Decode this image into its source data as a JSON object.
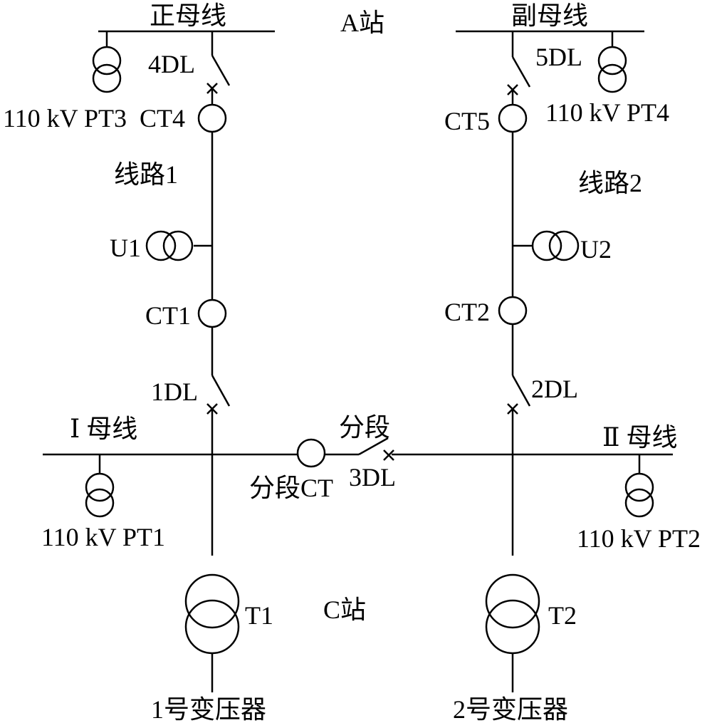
{
  "labels": {
    "bus_pos": "正母线",
    "station_a": "A站",
    "bus_aux": "副母线",
    "dl4": "4DL",
    "dl5": "5DL",
    "pt3": "110 kV PT3",
    "ct4": "CT4",
    "ct5": "CT5",
    "pt4": "110 kV PT4",
    "line1": "线路1",
    "line2": "线路2",
    "u1": "U1",
    "u2": "U2",
    "ct1": "CT1",
    "ct2": "CT2",
    "dl1": "1DL",
    "dl2": "2DL",
    "bus1": "Ⅰ 母线",
    "section": "分段",
    "bus2": "Ⅱ 母线",
    "section_ct": "分段CT",
    "dl3": "3DL",
    "pt1": "110 kV PT1",
    "pt2": "110 kV PT2",
    "t1": "T1",
    "station_c": "C站",
    "t2": "T2",
    "xf1": "1号变压器",
    "xf2": "2号变压器"
  }
}
